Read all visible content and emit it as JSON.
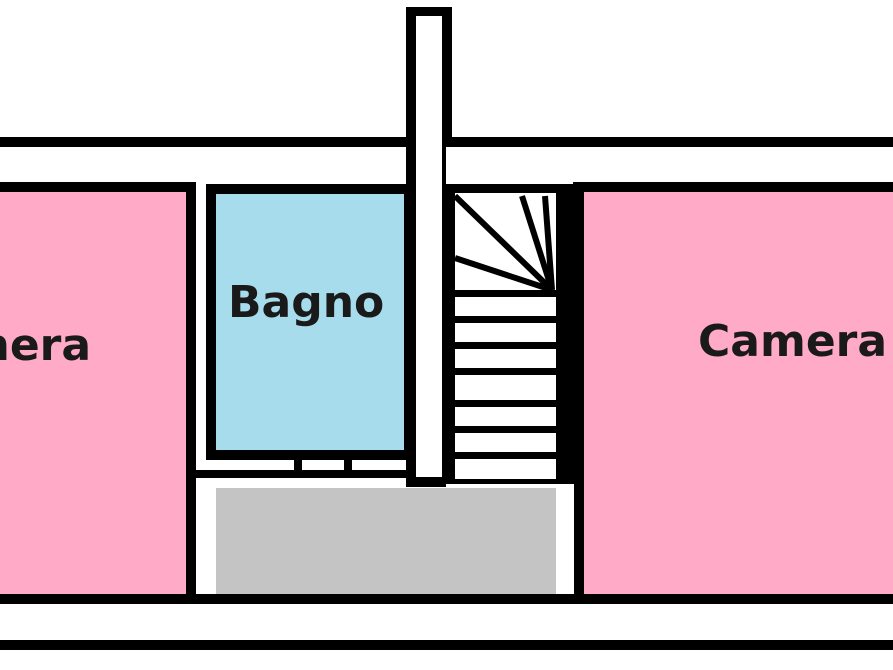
{
  "floorplan": {
    "rooms": [
      {
        "id": "camera-left",
        "label": "Camera",
        "type": "bedroom",
        "color": "#ffaac6"
      },
      {
        "id": "bagno",
        "label": "Bagno",
        "type": "bathroom",
        "color": "#a6dcec"
      },
      {
        "id": "camera-right",
        "label": "Camera",
        "type": "bedroom",
        "color": "#ffaac6"
      },
      {
        "id": "landing",
        "label": "",
        "type": "landing",
        "color": "#c4c4c4"
      }
    ],
    "features": [
      "staircase"
    ],
    "colors": {
      "wall": "#000000",
      "background": "#ffffff",
      "bedroom": "#ffaac6",
      "bathroom": "#a6dcec",
      "landing": "#c4c4c4"
    }
  }
}
